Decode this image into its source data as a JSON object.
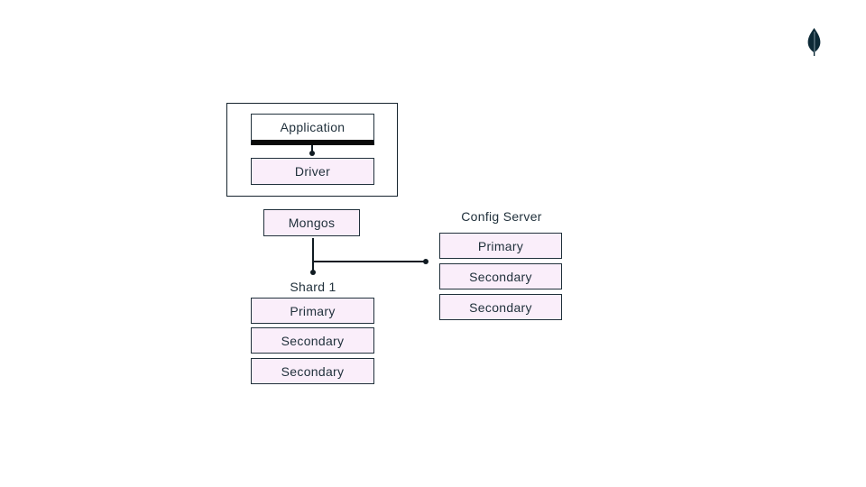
{
  "app_cluster": {
    "application_label": "Application",
    "driver_label": "Driver"
  },
  "mongos": {
    "label": "Mongos"
  },
  "config_server": {
    "title": "Config Server",
    "nodes": [
      "Primary",
      "Secondary",
      "Secondary"
    ]
  },
  "shard1": {
    "title": "Shard 1",
    "nodes": [
      "Primary",
      "Secondary",
      "Secondary"
    ]
  },
  "logo": {
    "name": "mongodb-leaf",
    "color": "#0c2936"
  },
  "colors": {
    "background": "#ffffff",
    "node_fill": "#faeefa",
    "node_border": "#21313c",
    "text": "#21313c",
    "application_accent_bar": "#0a0a0a",
    "connector": "#101b22"
  }
}
